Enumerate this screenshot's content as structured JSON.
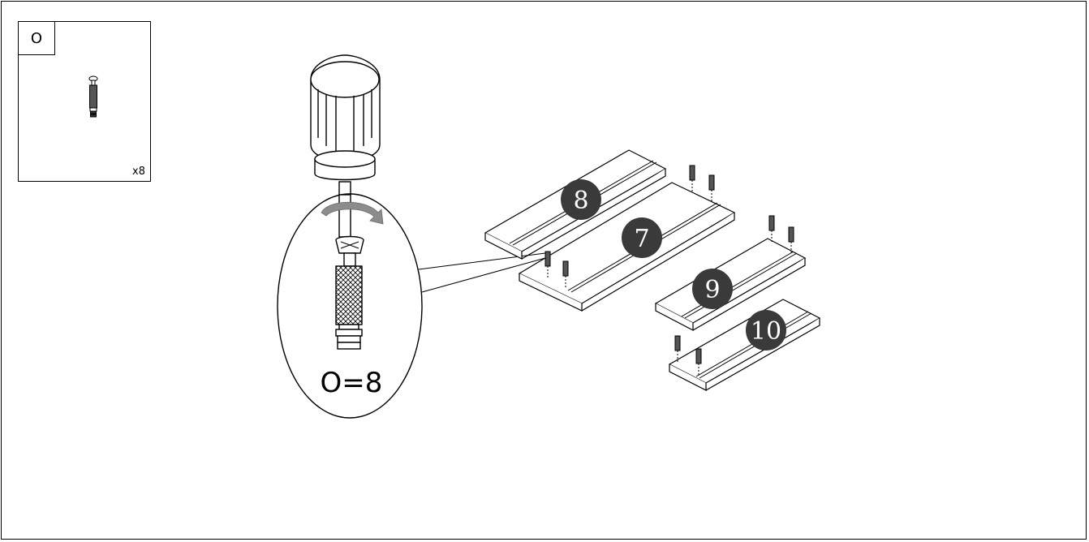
{
  "parts_box": {
    "letter": "O",
    "quantity": "x8"
  },
  "callout": {
    "label": "O=8"
  },
  "panels": [
    {
      "number": "8"
    },
    {
      "number": "7"
    },
    {
      "number": "9"
    },
    {
      "number": "10"
    }
  ],
  "colors": {
    "badge": "#3a3a3a",
    "arrow": "#8c8c8c",
    "line": "#000000"
  }
}
